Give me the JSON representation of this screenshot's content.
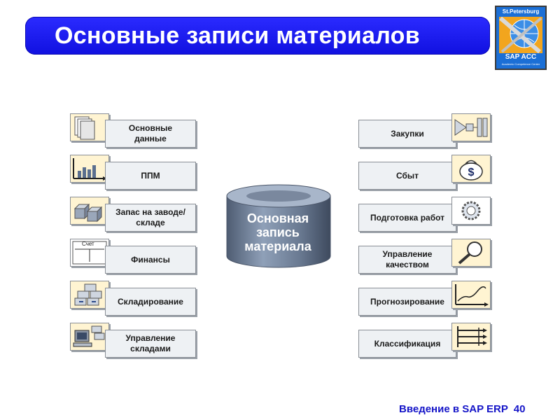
{
  "header": {
    "title": "Основные записи материалов",
    "logo_top": "St.Petersburg",
    "logo_bottom": "SAP ACC",
    "logo_sub": "Academic Competence Center"
  },
  "center": {
    "label": "Основная запись материала"
  },
  "left_items": [
    {
      "label": "Основные данные",
      "icon": "documents-icon"
    },
    {
      "label": "ППМ",
      "icon": "bar-chart-icon"
    },
    {
      "label": "Запас на заводе/складе",
      "icon": "boxes-icon"
    },
    {
      "label": "Финансы",
      "icon": "ledger-icon",
      "icon_text": "Счет"
    },
    {
      "label": "Складирование",
      "icon": "shelves-icon"
    },
    {
      "label": "Управление складами",
      "icon": "computer-icon"
    }
  ],
  "right_items": [
    {
      "label": "Закупки",
      "icon": "purchasing-flow-icon"
    },
    {
      "label": "Сбыт",
      "icon": "money-bag-icon"
    },
    {
      "label": "Подготовка работ",
      "icon": "gear-icon"
    },
    {
      "label": "Управление качеством",
      "icon": "magnifier-icon"
    },
    {
      "label": "Прогнозирование",
      "icon": "line-chart-icon"
    },
    {
      "label": "Классификация",
      "icon": "classification-icon"
    }
  ],
  "footer": {
    "text": "Введение в SAP ERP",
    "page": "40"
  },
  "colors": {
    "title_bar": "#1a1aff",
    "footer_text": "#1515c8",
    "database": "#6d7c92",
    "icon_bg": "#fff4d2",
    "box_bg": "#eef1f4"
  }
}
